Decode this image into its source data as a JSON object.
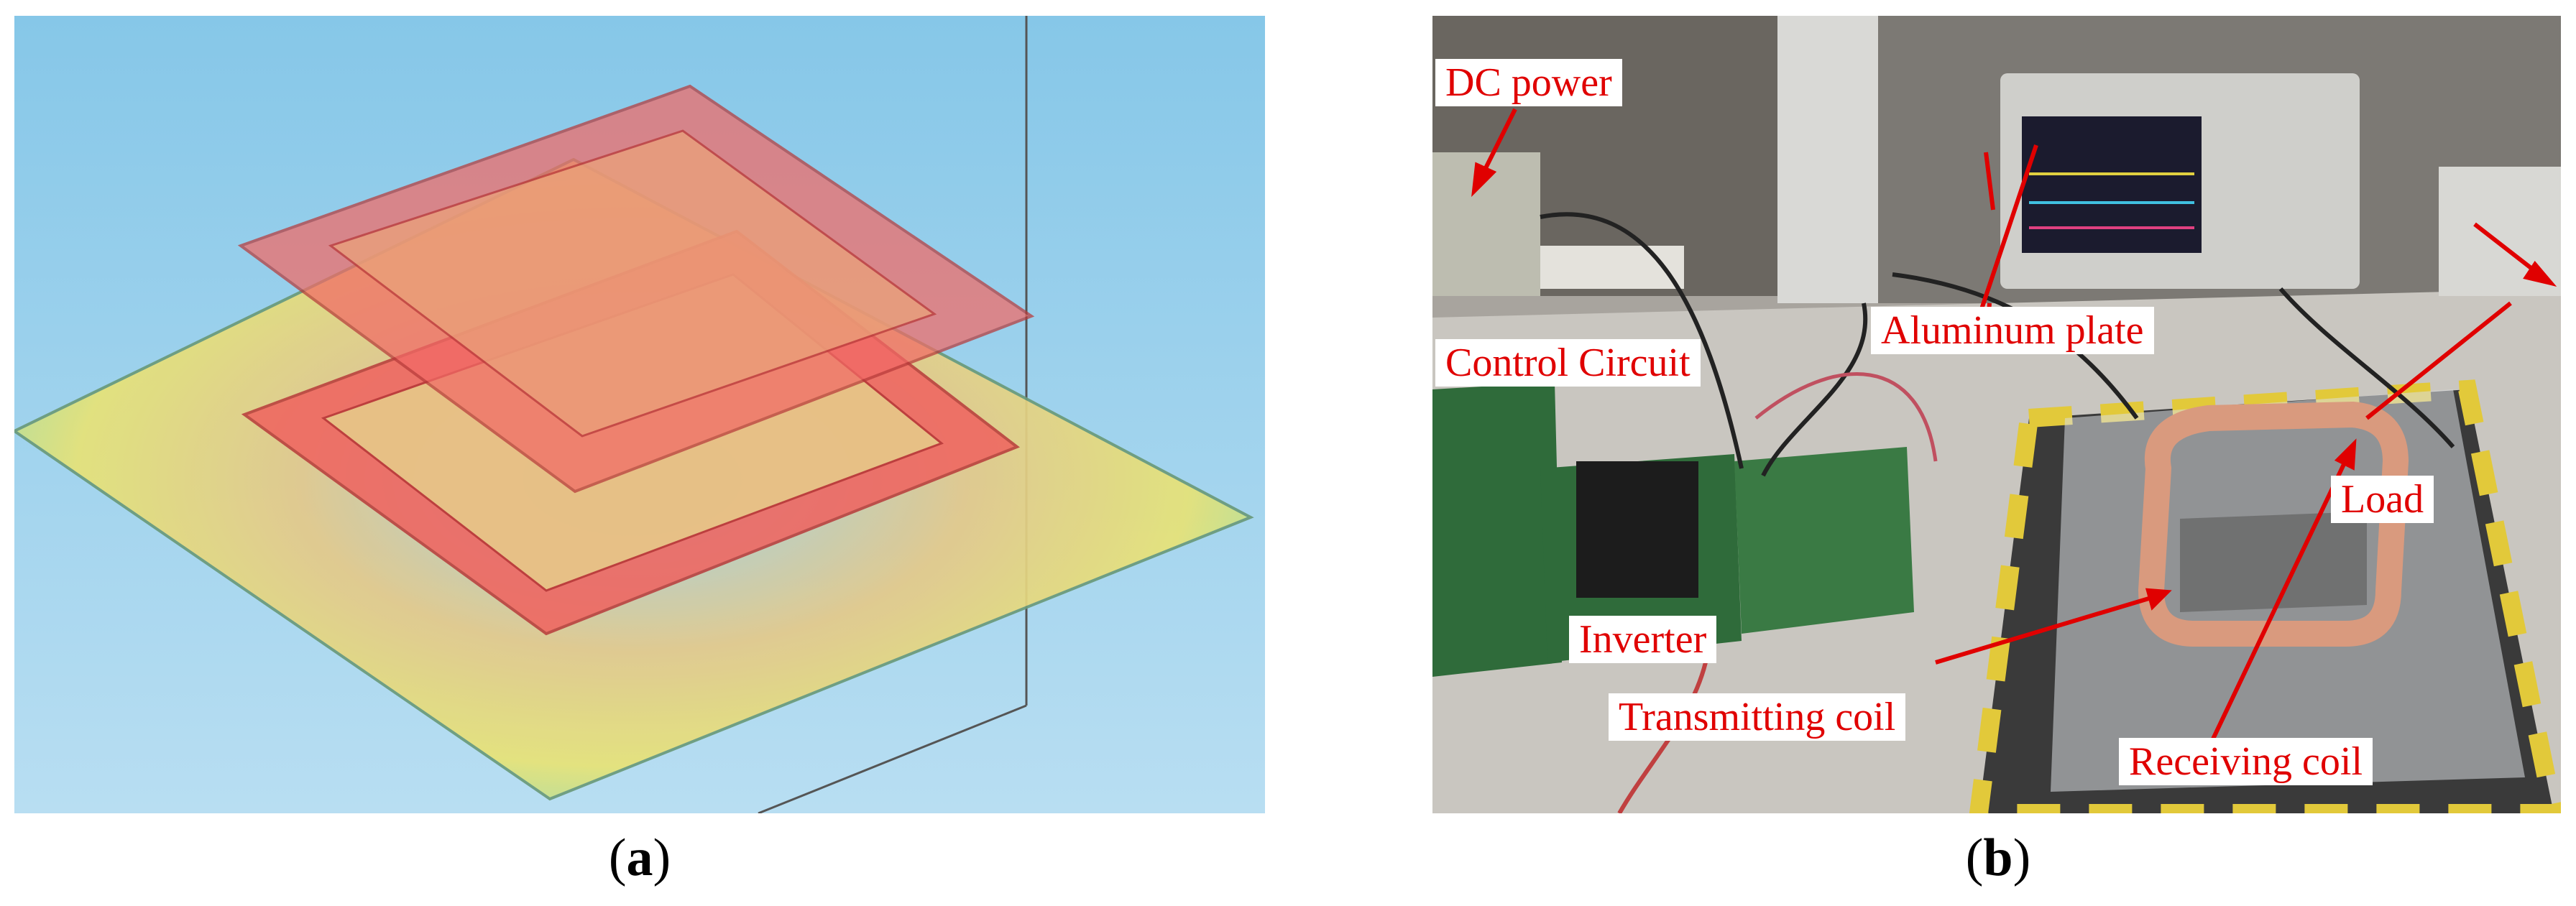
{
  "panel_a": {
    "caption_letter": "a",
    "colors": {
      "background_top": "#8ccbe9",
      "background_bottom": "#b4dcf0",
      "coil": "#f0625f",
      "plate": "#d6e86f"
    }
  },
  "panel_b": {
    "caption_letter": "b",
    "labels": {
      "dc_power": "DC power",
      "control_circuit": "Control Circuit",
      "aluminum_plate": "Aluminum plate",
      "load": "Load",
      "inverter": "Inverter",
      "transmitting_coil": "Transmitting coil",
      "receiving_coil": "Receiving coil"
    },
    "colors": {
      "label_text": "#e00000",
      "arrow": "#e00000",
      "label_background": "#ffffff"
    }
  }
}
